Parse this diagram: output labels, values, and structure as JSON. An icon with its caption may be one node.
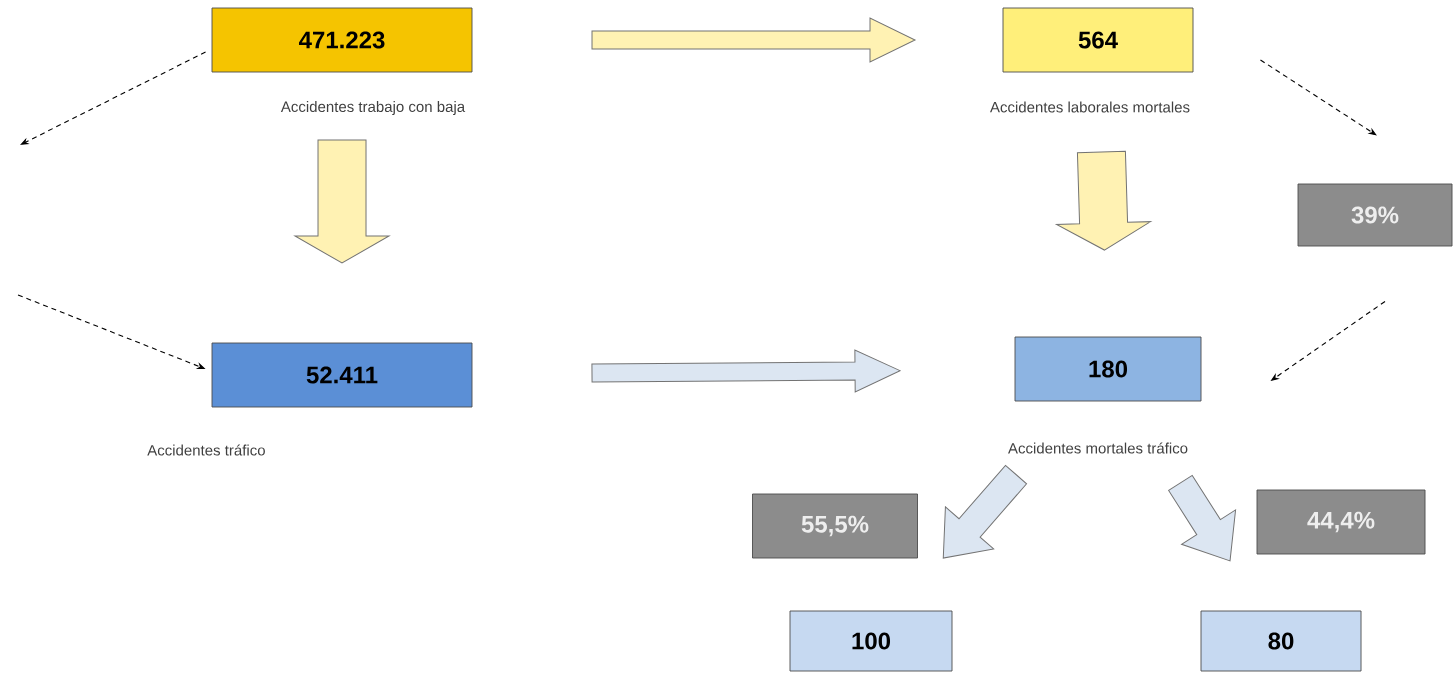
{
  "diagram": {
    "nodes": [
      {
        "text": [
          "471.223"
        ],
        "beside": [
          "Accidentes trabajo con baja"
        ]
      },
      {
        "text": [
          "564"
        ],
        "beside": [
          "Accidentes laborales mortales"
        ]
      },
      {
        "text": [
          "52.411"
        ],
        "beside": [
          "Accidentes tráfico"
        ]
      },
      {
        "text": [
          "180"
        ],
        "beside": [
          "Accidentes mortales tráfico"
        ]
      },
      {
        "text": [
          "39%"
        ]
      },
      {
        "text": [
          "55,5%"
        ]
      },
      {
        "text": [
          "44,4%"
        ]
      },
      {
        "text": [
          "100"
        ]
      },
      {
        "text": [
          "80"
        ]
      }
    ],
    "edges": [
      {
        "from": 0,
        "to": 1,
        "arrow": "to",
        "style": "thick",
        "color": "#fff2b3"
      },
      {
        "from": 0,
        "to": 2,
        "arrow": "to",
        "style": "thick",
        "color": "#fff2b3"
      },
      {
        "from": 1,
        "to": 3,
        "arrow": "to",
        "style": "thick",
        "color": "#fff2b3"
      },
      {
        "from": 2,
        "to": 3,
        "arrow": "to",
        "style": "thick",
        "color": "#dce6f2"
      },
      {
        "from": 3,
        "to": 7,
        "arrow": "to",
        "style": "thick",
        "color": "#dce6f2"
      },
      {
        "from": 3,
        "to": 8,
        "arrow": "to",
        "style": "thick",
        "color": "#dce6f2"
      },
      {
        "from": 0,
        "to": null,
        "arrow": "to",
        "style": "dashed"
      },
      {
        "from": null,
        "to": 2,
        "arrow": "to",
        "style": "dashed"
      },
      {
        "from": 1,
        "to": 4,
        "arrow": "to",
        "style": "dashed"
      },
      {
        "from": 4,
        "to": 3,
        "arrow": "to",
        "style": "dashed"
      }
    ]
  }
}
